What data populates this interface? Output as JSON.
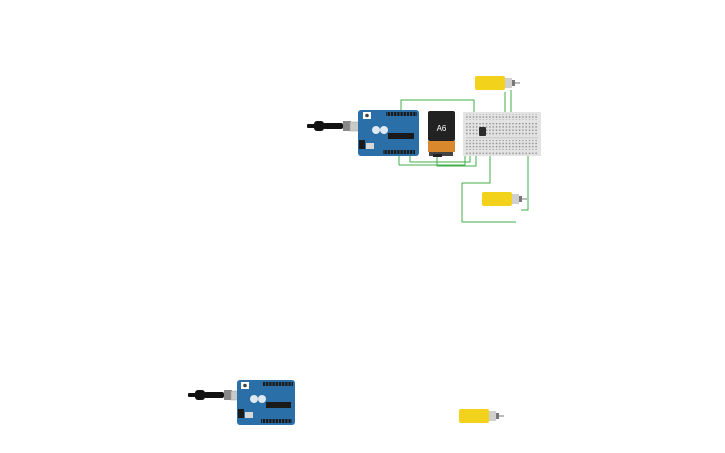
{
  "canvas": {
    "background": "#ffffff"
  },
  "components": {
    "arduino_boards": [
      {
        "id": "arduino-uno-top",
        "board_color": "#2a6fa8"
      },
      {
        "id": "arduino-uno-bottom",
        "board_color": "#2a6fa8"
      }
    ],
    "usb_cables": [
      {
        "id": "usb-cable-top",
        "color": "#111111"
      },
      {
        "id": "usb-cable-bottom",
        "color": "#111111"
      }
    ],
    "battery": {
      "label": "A6",
      "body_color": "#222222",
      "terminal_color": "#d9892b"
    },
    "breadboard": {
      "color": "#e3e3e3"
    },
    "motor_driver_chip": {
      "color": "#2c2c2c"
    },
    "dc_motors": [
      {
        "id": "motor-top",
        "body_color": "#f3d21c"
      },
      {
        "id": "motor-middle",
        "body_color": "#f3d21c"
      },
      {
        "id": "motor-bottom",
        "body_color": "#f3d21c"
      }
    ],
    "wires": {
      "color": "#3fae4a"
    }
  }
}
